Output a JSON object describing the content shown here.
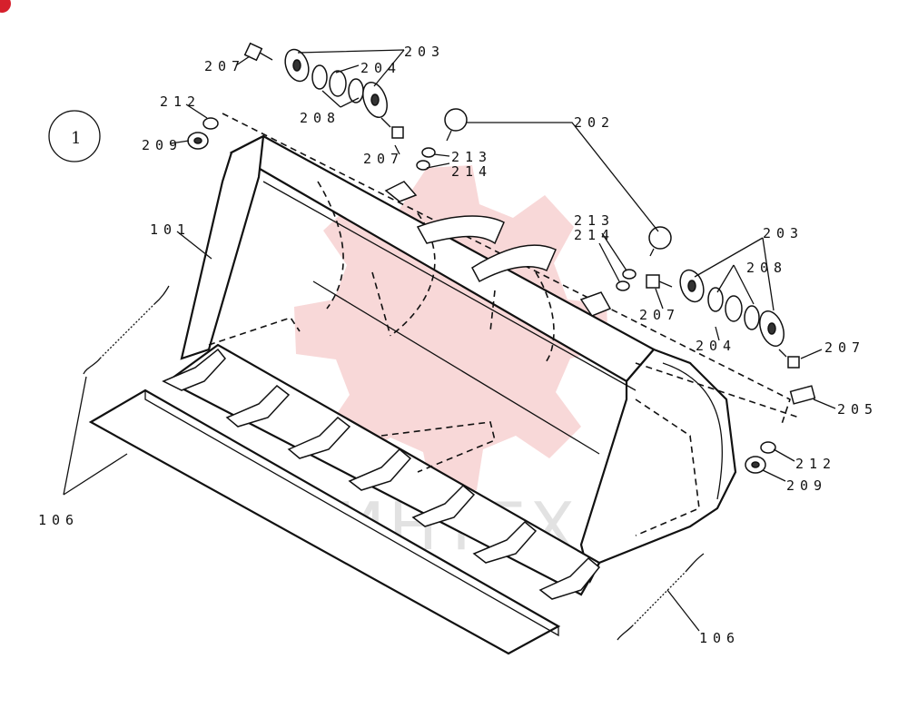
{
  "diagram": {
    "view_number": "1",
    "watermark_text": "ИНТЕХ",
    "brand_color": "#d6202c",
    "watermark_color": "#f2b8b8",
    "callouts": [
      {
        "id": "c207a",
        "text": "207"
      },
      {
        "id": "c203a",
        "text": "203"
      },
      {
        "id": "c204a",
        "text": "204"
      },
      {
        "id": "c208a",
        "text": "208"
      },
      {
        "id": "c212a",
        "text": "212"
      },
      {
        "id": "c209a",
        "text": "209"
      },
      {
        "id": "c207b",
        "text": "207"
      },
      {
        "id": "c213a",
        "text": "213"
      },
      {
        "id": "c214a",
        "text": "214"
      },
      {
        "id": "c202",
        "text": "202"
      },
      {
        "id": "c101",
        "text": "101"
      },
      {
        "id": "c213b",
        "text": "213"
      },
      {
        "id": "c214b",
        "text": "214"
      },
      {
        "id": "c203b",
        "text": "203"
      },
      {
        "id": "c208b",
        "text": "208"
      },
      {
        "id": "c207c",
        "text": "207"
      },
      {
        "id": "c204b",
        "text": "204"
      },
      {
        "id": "c207d",
        "text": "207"
      },
      {
        "id": "c205",
        "text": "205"
      },
      {
        "id": "c212b",
        "text": "212"
      },
      {
        "id": "c209b",
        "text": "209"
      },
      {
        "id": "c106a",
        "text": "106"
      },
      {
        "id": "c106b",
        "text": "106"
      }
    ]
  }
}
